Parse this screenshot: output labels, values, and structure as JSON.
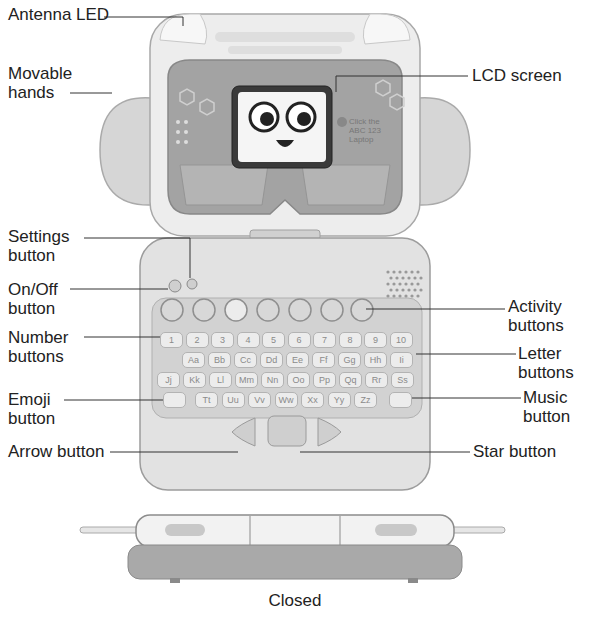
{
  "diagram": {
    "labels": [
      "Antenna LED",
      "Movable hands",
      "LCD screen",
      "Settings button",
      "On/Off button",
      "Activity buttons",
      "Number buttons",
      "Letter buttons",
      "Emoji button",
      "Music button",
      "Arrow button",
      "Star button",
      "Closed",
      "Click the ABC 123 Laptop",
      "1",
      "2",
      "3",
      "4",
      "5",
      "6",
      "7",
      "8",
      "9",
      "10",
      "Aa",
      "Bb",
      "Cc",
      "Dd",
      "Ee",
      "Ff",
      "Gg",
      "Hh",
      "Ii",
      "Jj",
      "Kk",
      "Ll",
      "Mm",
      "Nn",
      "Oo",
      "Pp",
      "Qq",
      "Rr",
      "Ss",
      "Tt",
      "Uu",
      "Vv",
      "Ww",
      "Xx",
      "Yy",
      "Zz"
    ]
  }
}
